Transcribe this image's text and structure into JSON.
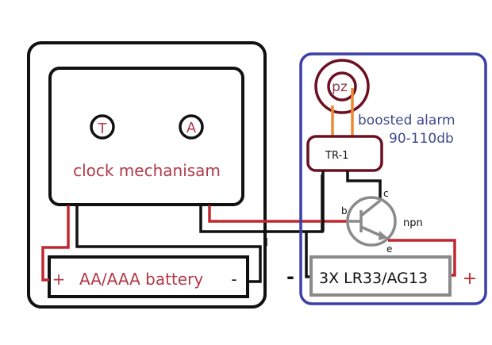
{
  "diagram": {
    "colors": {
      "outline": "#111111",
      "red_wire": "#c0282f",
      "red_text": "#b23a48",
      "blue_box": "#3b3fa8",
      "blue_text": "#3f4a8c",
      "piezo": "#6b1020",
      "orange_lead": "#ec8a33",
      "gray": "#8a8a8a"
    },
    "clock_unit": {
      "mechanism_label": "clock mechanisam",
      "button_time": "T",
      "button_alarm": "A",
      "battery_label": "AA/AAA battery",
      "battery_plus": "+",
      "battery_minus": "-"
    },
    "alarm_module": {
      "piezo_label": "pz",
      "description_line1": "boosted alarm",
      "description_line2": "90-110db",
      "transformer_label": "TR-1",
      "transistor_type": "npn",
      "pin_collector": "c",
      "pin_base": "b",
      "pin_emitter": "e",
      "battery_label": "3X LR33/AG13",
      "battery_minus": "-",
      "battery_plus": "+"
    }
  }
}
